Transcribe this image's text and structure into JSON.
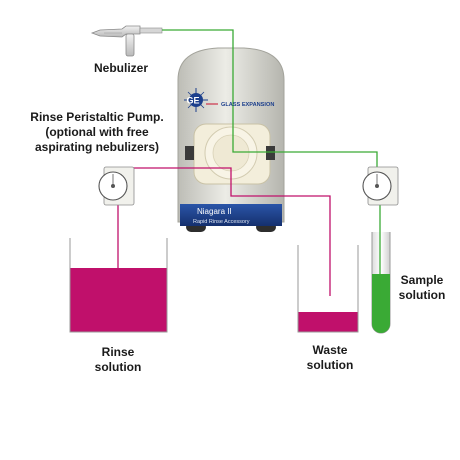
{
  "labels": {
    "nebulizer": "Nebulizer",
    "rinse_pump_line1": "Rinse Peristaltic Pump.",
    "rinse_pump_line2": "(optional with free",
    "rinse_pump_line3": "aspirating nebulizers)",
    "rinse_line1": "Rinse",
    "rinse_line2": "solution",
    "waste_line1": "Waste",
    "waste_line2": "solution",
    "sample_line1": "Sample",
    "sample_line2": "solution"
  },
  "device": {
    "brand_logo": "GE",
    "brand_name": "GLASS EXPANSION",
    "model": "Niagara II",
    "subtitle": "Rapid Rinse Accessory"
  },
  "colors": {
    "rinse_line": "#c0106b",
    "sample_line": "#3aaa35",
    "device_body": "#dcdcd4",
    "device_panel": "#1c3f8c",
    "valve_face": "#f3eedb"
  },
  "icons": {
    "left_pump": "peristaltic-pump-icon",
    "right_pump": "peristaltic-pump-icon",
    "nebulizer": "nebulizer-icon"
  }
}
